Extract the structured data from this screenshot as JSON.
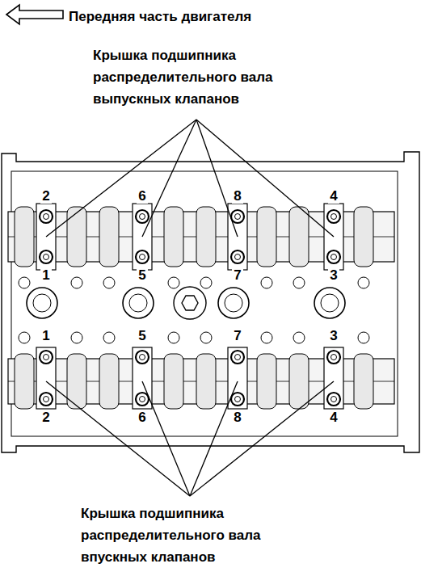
{
  "diagram": {
    "labels": [
      "Передняя часть двигателя",
      "Крышка подшипника распределительного вала выпускных клапанов",
      "2",
      "6",
      "8",
      "4",
      "1",
      "5",
      "7",
      "3",
      "1",
      "5",
      "7",
      "3",
      "2",
      "6",
      "8",
      "4",
      "Крышка подшипника распределительного вала впускных клапанов"
    ]
  }
}
